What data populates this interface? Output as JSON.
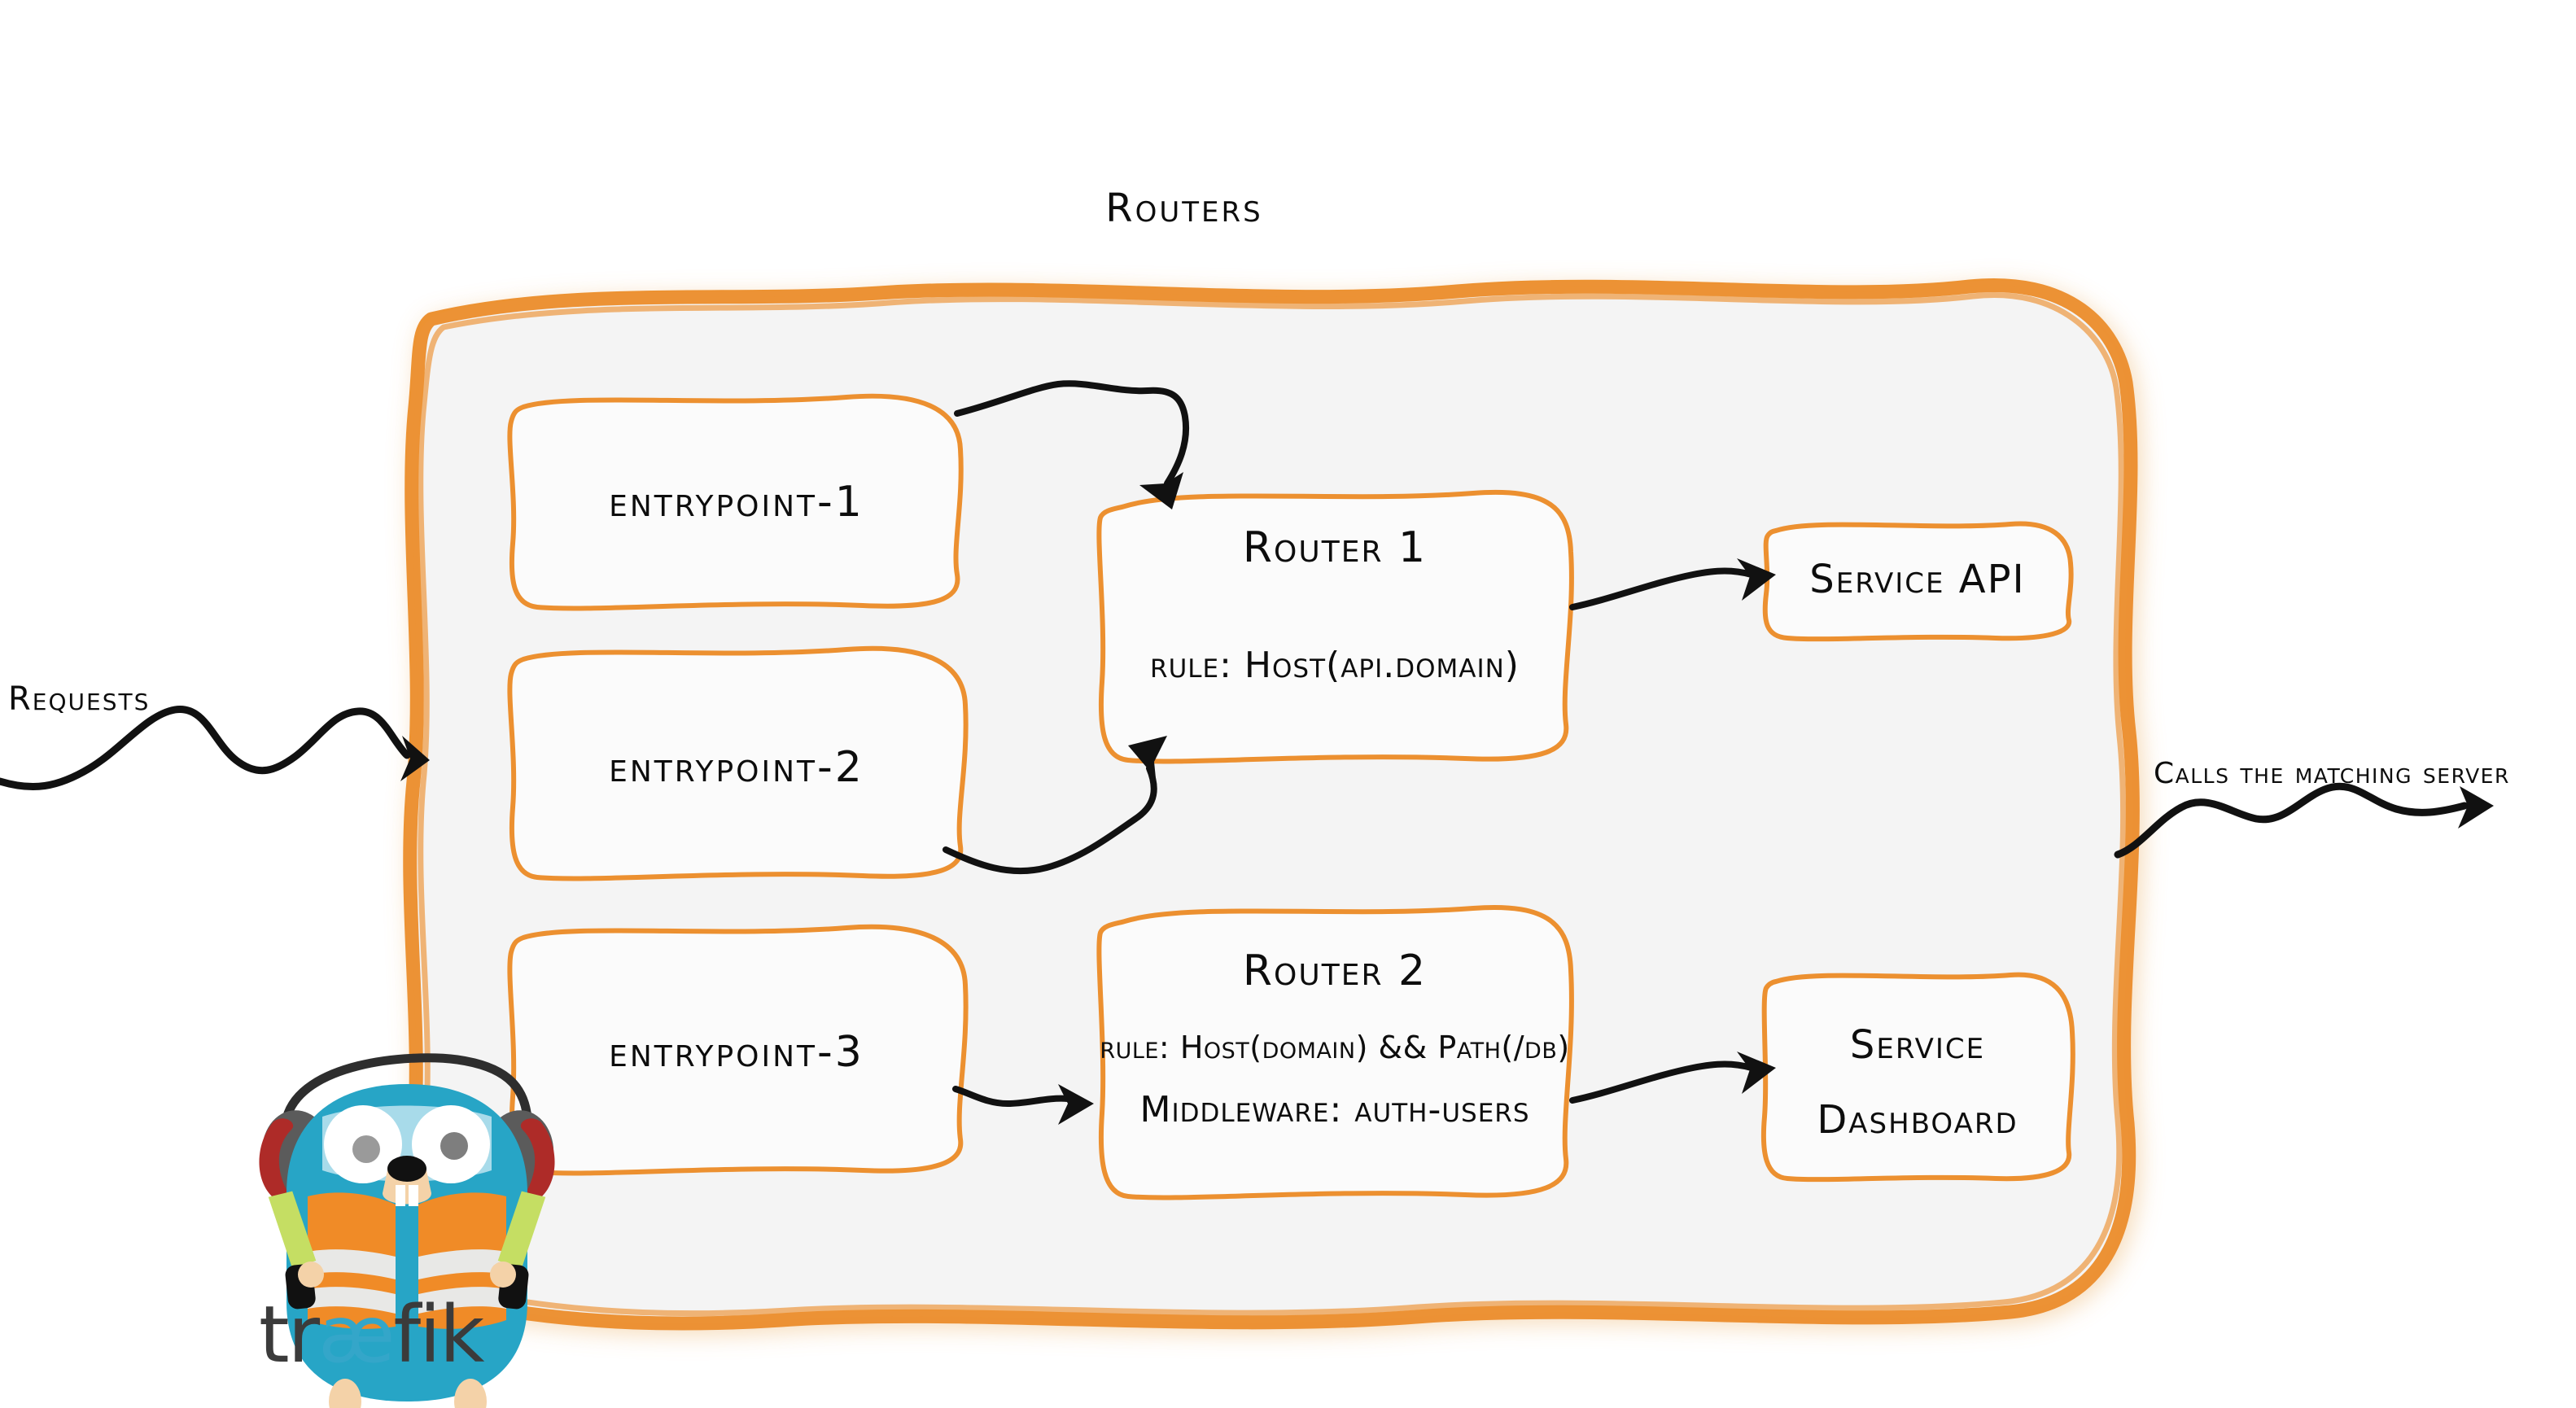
{
  "diagram": {
    "title": "Routers",
    "brand": {
      "wordmark_part1": "tr",
      "wordmark_ae": "æ",
      "wordmark_part2": "fik",
      "mascot_name": "traefik-gopher-mascot"
    },
    "colors": {
      "accent_orange": "#EC9030",
      "panel_fill": "#F4F4F4",
      "box_fill": "#FBFBFB",
      "ink": "#111111",
      "brand_dark": "#3B3B3B",
      "brand_cyan": "#34A6C9",
      "mascot_body": "#27A5C6",
      "mascot_vest": "#F08B27",
      "mascot_vest_stripe": "#E8E8E6",
      "mascot_glasses": "#BFE4F0",
      "mascot_headphone_grey": "#5B5B5B",
      "mascot_headphone_red": "#B02A27",
      "mascot_baton": "#C5DE63",
      "mascot_skin": "#F4D2A8"
    },
    "entrypoints": [
      {
        "label": "entrypoint-1"
      },
      {
        "label": "entrypoint-2"
      },
      {
        "label": "entrypoint-3"
      }
    ],
    "routers": [
      {
        "name": "Router 1",
        "lines": [
          "rule: Host(api.domain)"
        ]
      },
      {
        "name": "Router 2",
        "lines": [
          "rule: Host(domain) && Path(/db)",
          "Middleware: auth-users"
        ]
      }
    ],
    "services": [
      {
        "lines": [
          "Service API"
        ]
      },
      {
        "lines": [
          "Service",
          "Dashboard"
        ]
      }
    ],
    "annotations": {
      "left_label": "Requests",
      "right_label": "Calls the matching server"
    }
  }
}
